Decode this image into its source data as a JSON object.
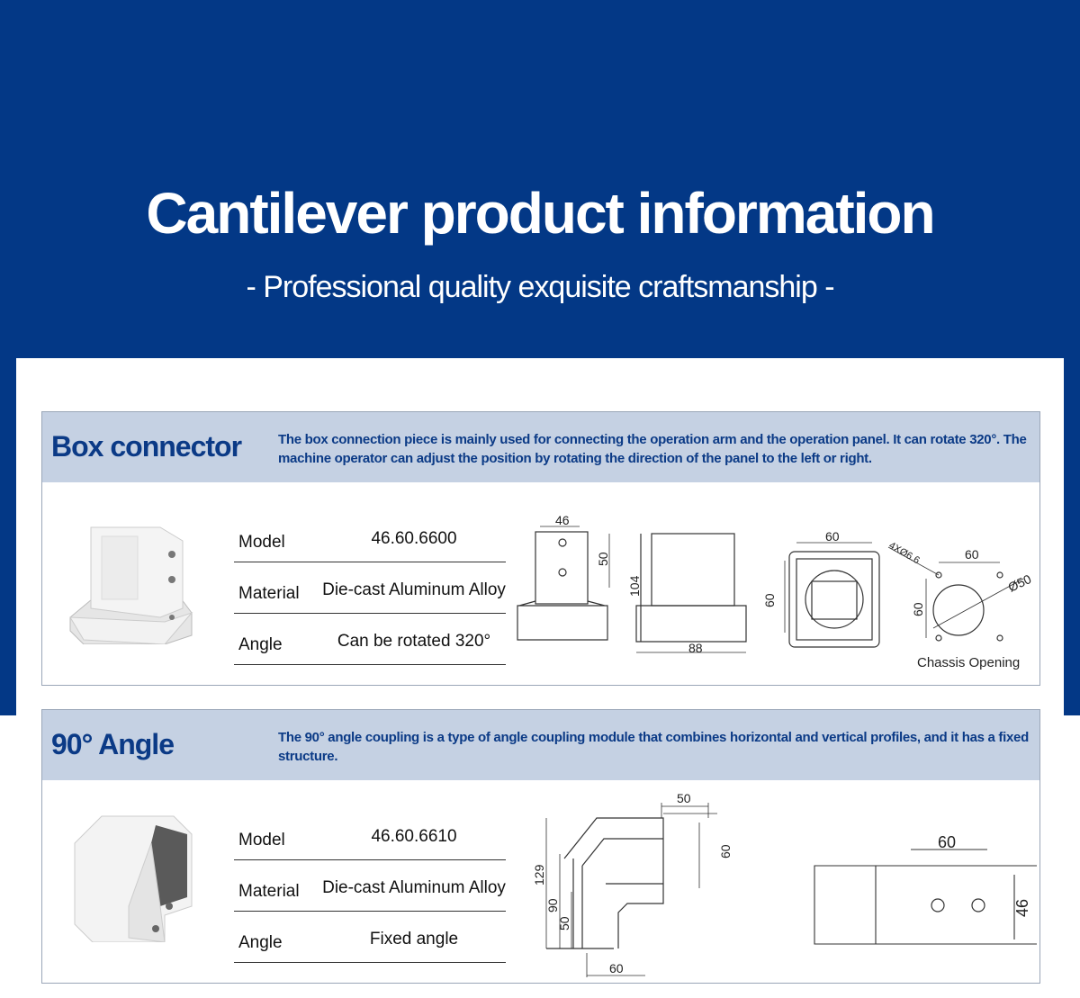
{
  "header": {
    "title": "Cantilever product information",
    "subtitle": "- Professional quality  exquisite craftsmanship -"
  },
  "sections": [
    {
      "name": "Box connector",
      "description": "The box connection piece is mainly used for connecting the operation arm and the operation panel. It can rotate 320°. The machine operator can adjust the position by rotating the direction of the panel to the left or right.",
      "specs": [
        {
          "label": "Model",
          "value": "46.60.6600"
        },
        {
          "label": "Material",
          "value": "Die-cast Aluminum Alloy"
        },
        {
          "label": "Angle",
          "value": "Can be rotated 320°"
        }
      ],
      "dims": {
        "d46": "46",
        "d50": "50",
        "d104": "104",
        "d88": "88",
        "d60a": "60",
        "d60b": "60",
        "d60c": "60",
        "d60d": "60",
        "hole": "4XØ6.6",
        "dia": "Ø50",
        "chassis": "Chassis Opening"
      }
    },
    {
      "name": "90° Angle",
      "description": "The 90° angle coupling is a type of angle coupling module that combines horizontal and vertical profiles, and it has a fixed structure.",
      "specs": [
        {
          "label": "Model",
          "value": "46.60.6610"
        },
        {
          "label": "Material",
          "value": "Die-cast Aluminum Alloy"
        },
        {
          "label": "Angle",
          "value": "Fixed angle"
        }
      ],
      "dims": {
        "d50a": "50",
        "d60a": "60",
        "d129": "129",
        "d90": "90",
        "d50b": "50",
        "d60b": "60",
        "d60c": "60",
        "d46": "46"
      }
    }
  ],
  "colors": {
    "brand_blue": "#033886",
    "header_band": "#c5d1e3"
  }
}
